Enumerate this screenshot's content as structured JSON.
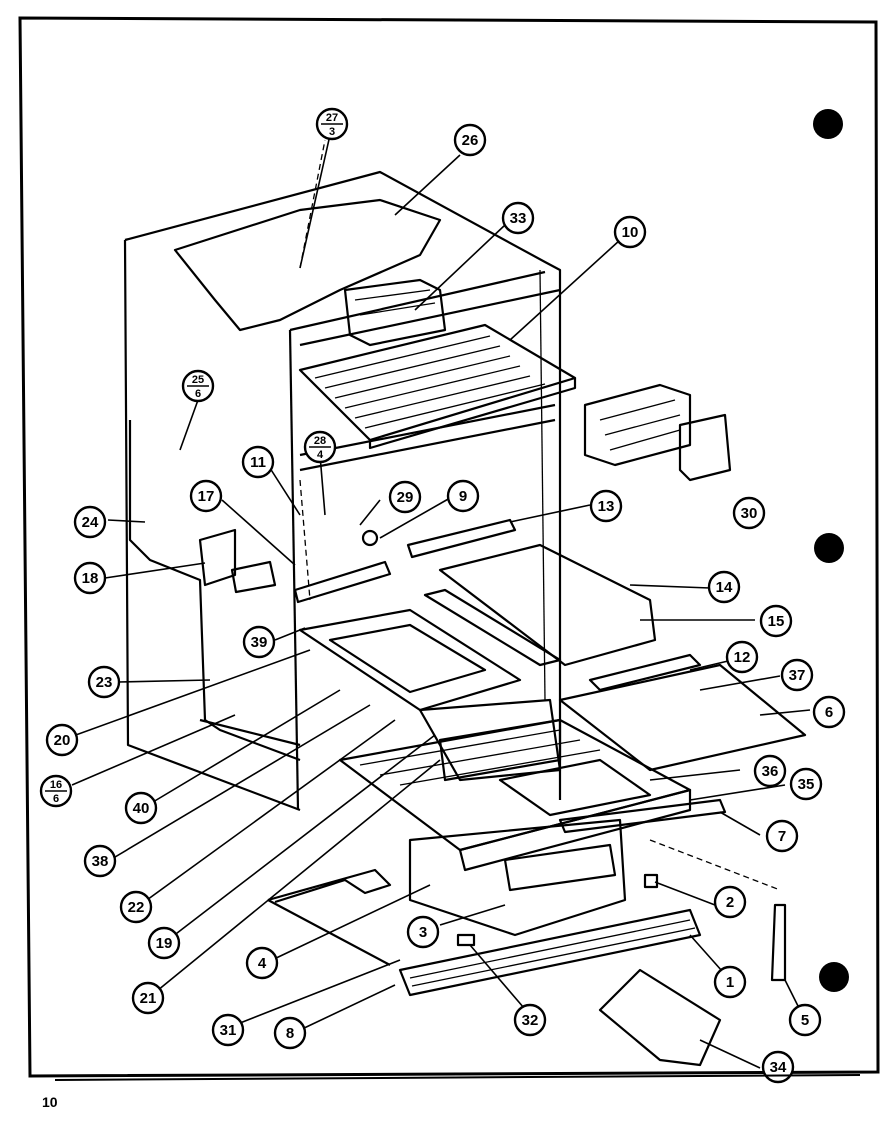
{
  "diagram": {
    "page_number": "10",
    "callouts": [
      {
        "id": "c1",
        "label": "1"
      },
      {
        "id": "c2",
        "label": "2"
      },
      {
        "id": "c3",
        "label": "3"
      },
      {
        "id": "c4",
        "label": "4"
      },
      {
        "id": "c5",
        "label": "5"
      },
      {
        "id": "c6",
        "label": "6"
      },
      {
        "id": "c7",
        "label": "7"
      },
      {
        "id": "c8",
        "label": "8"
      },
      {
        "id": "c9",
        "label": "9"
      },
      {
        "id": "c10",
        "label": "10"
      },
      {
        "id": "c11",
        "label": "11"
      },
      {
        "id": "c12",
        "label": "12"
      },
      {
        "id": "c13",
        "label": "13"
      },
      {
        "id": "c14",
        "label": "14"
      },
      {
        "id": "c15",
        "label": "15"
      },
      {
        "id": "c17",
        "label": "17"
      },
      {
        "id": "c18",
        "label": "18"
      },
      {
        "id": "c19",
        "label": "19"
      },
      {
        "id": "c20",
        "label": "20"
      },
      {
        "id": "c21",
        "label": "21"
      },
      {
        "id": "c22",
        "label": "22"
      },
      {
        "id": "c23",
        "label": "23"
      },
      {
        "id": "c24",
        "label": "24"
      },
      {
        "id": "c26",
        "label": "26"
      },
      {
        "id": "c29",
        "label": "29"
      },
      {
        "id": "c30",
        "label": "30"
      },
      {
        "id": "c31",
        "label": "31"
      },
      {
        "id": "c32",
        "label": "32"
      },
      {
        "id": "c33",
        "label": "33"
      },
      {
        "id": "c34",
        "label": "34"
      },
      {
        "id": "c35",
        "label": "35"
      },
      {
        "id": "c36",
        "label": "36"
      },
      {
        "id": "c37",
        "label": "37"
      },
      {
        "id": "c38",
        "label": "38"
      },
      {
        "id": "c39",
        "label": "39"
      },
      {
        "id": "c40",
        "label": "40"
      }
    ],
    "fraction_callouts": [
      {
        "id": "f27",
        "top": "27",
        "bottom": "3"
      },
      {
        "id": "f25",
        "top": "25",
        "bottom": "6"
      },
      {
        "id": "f28",
        "top": "28",
        "bottom": "4"
      },
      {
        "id": "f16",
        "top": "16",
        "bottom": "6"
      }
    ]
  }
}
